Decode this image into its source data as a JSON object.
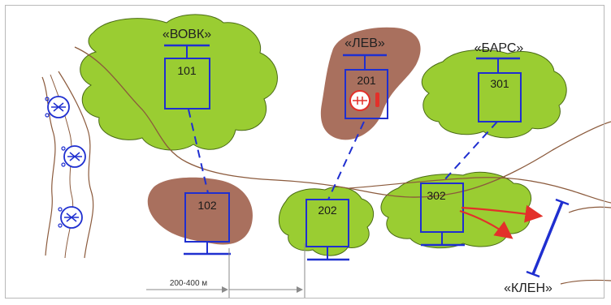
{
  "callsigns": {
    "vovk": "«ВОВК»",
    "lev": "«ЛЕВ»",
    "bars": "«БАРС»",
    "klen": "«КЛЕН»"
  },
  "positions": {
    "p101": "101",
    "p102": "102",
    "p201": "201",
    "p202": "202",
    "p301": "301",
    "p302": "302"
  },
  "scale": {
    "label": "200-400 м"
  },
  "icons": {
    "tree_blob": "forest-area",
    "brown_blob": "terrain-patch",
    "position_marker": "unit-position-icon",
    "vehicle": "vehicle-icon",
    "fire_arrow": "direction-of-fire-arrow",
    "line_marker": "boundary-line-icon"
  },
  "colors": {
    "forest": "#9ACD32",
    "forest_stroke": "#3f5f0f",
    "terrain": "#A9705E",
    "unit_blue": "#1f2fd0",
    "fire_red": "#e3302a",
    "river_brown": "#8b5a3c",
    "scale_gray": "#8a8a8a"
  }
}
